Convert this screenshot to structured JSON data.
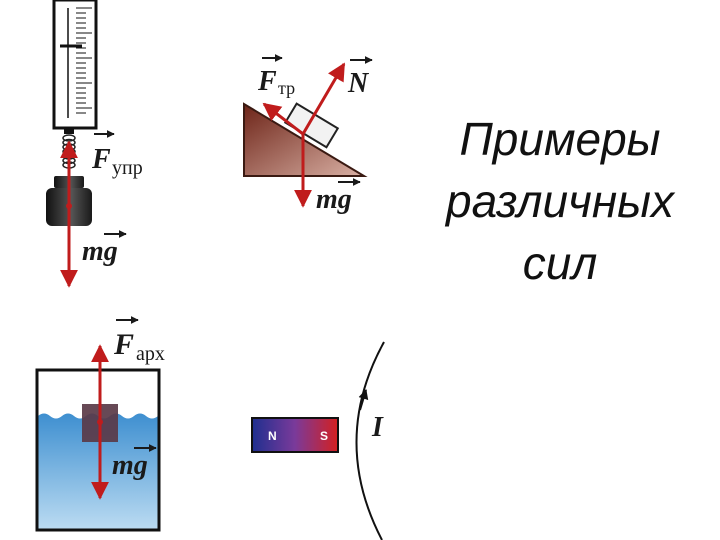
{
  "title": {
    "lines": [
      "Примеры",
      "различных",
      "сил"
    ]
  },
  "spring_scale": {
    "force_label": {
      "letter": "F",
      "subscript": "упр"
    },
    "gravity_label": "mg"
  },
  "incline": {
    "friction_label": {
      "letter": "F",
      "subscript": "тр"
    },
    "normal_label": "N",
    "gravity_label": "mg"
  },
  "archimedes": {
    "force_label": {
      "letter": "F",
      "subscript": "арх"
    },
    "gravity_label": "mg"
  },
  "magnet": {
    "north": "N",
    "south": "S"
  },
  "current": {
    "label": "I"
  },
  "colors": {
    "force_arrow": "#c01c1c",
    "water": "#4f9fd6",
    "incline": "#8a3a2a",
    "magnet_north": "#1f2f8f",
    "magnet_south": "#d42020",
    "wire": "#111111"
  }
}
